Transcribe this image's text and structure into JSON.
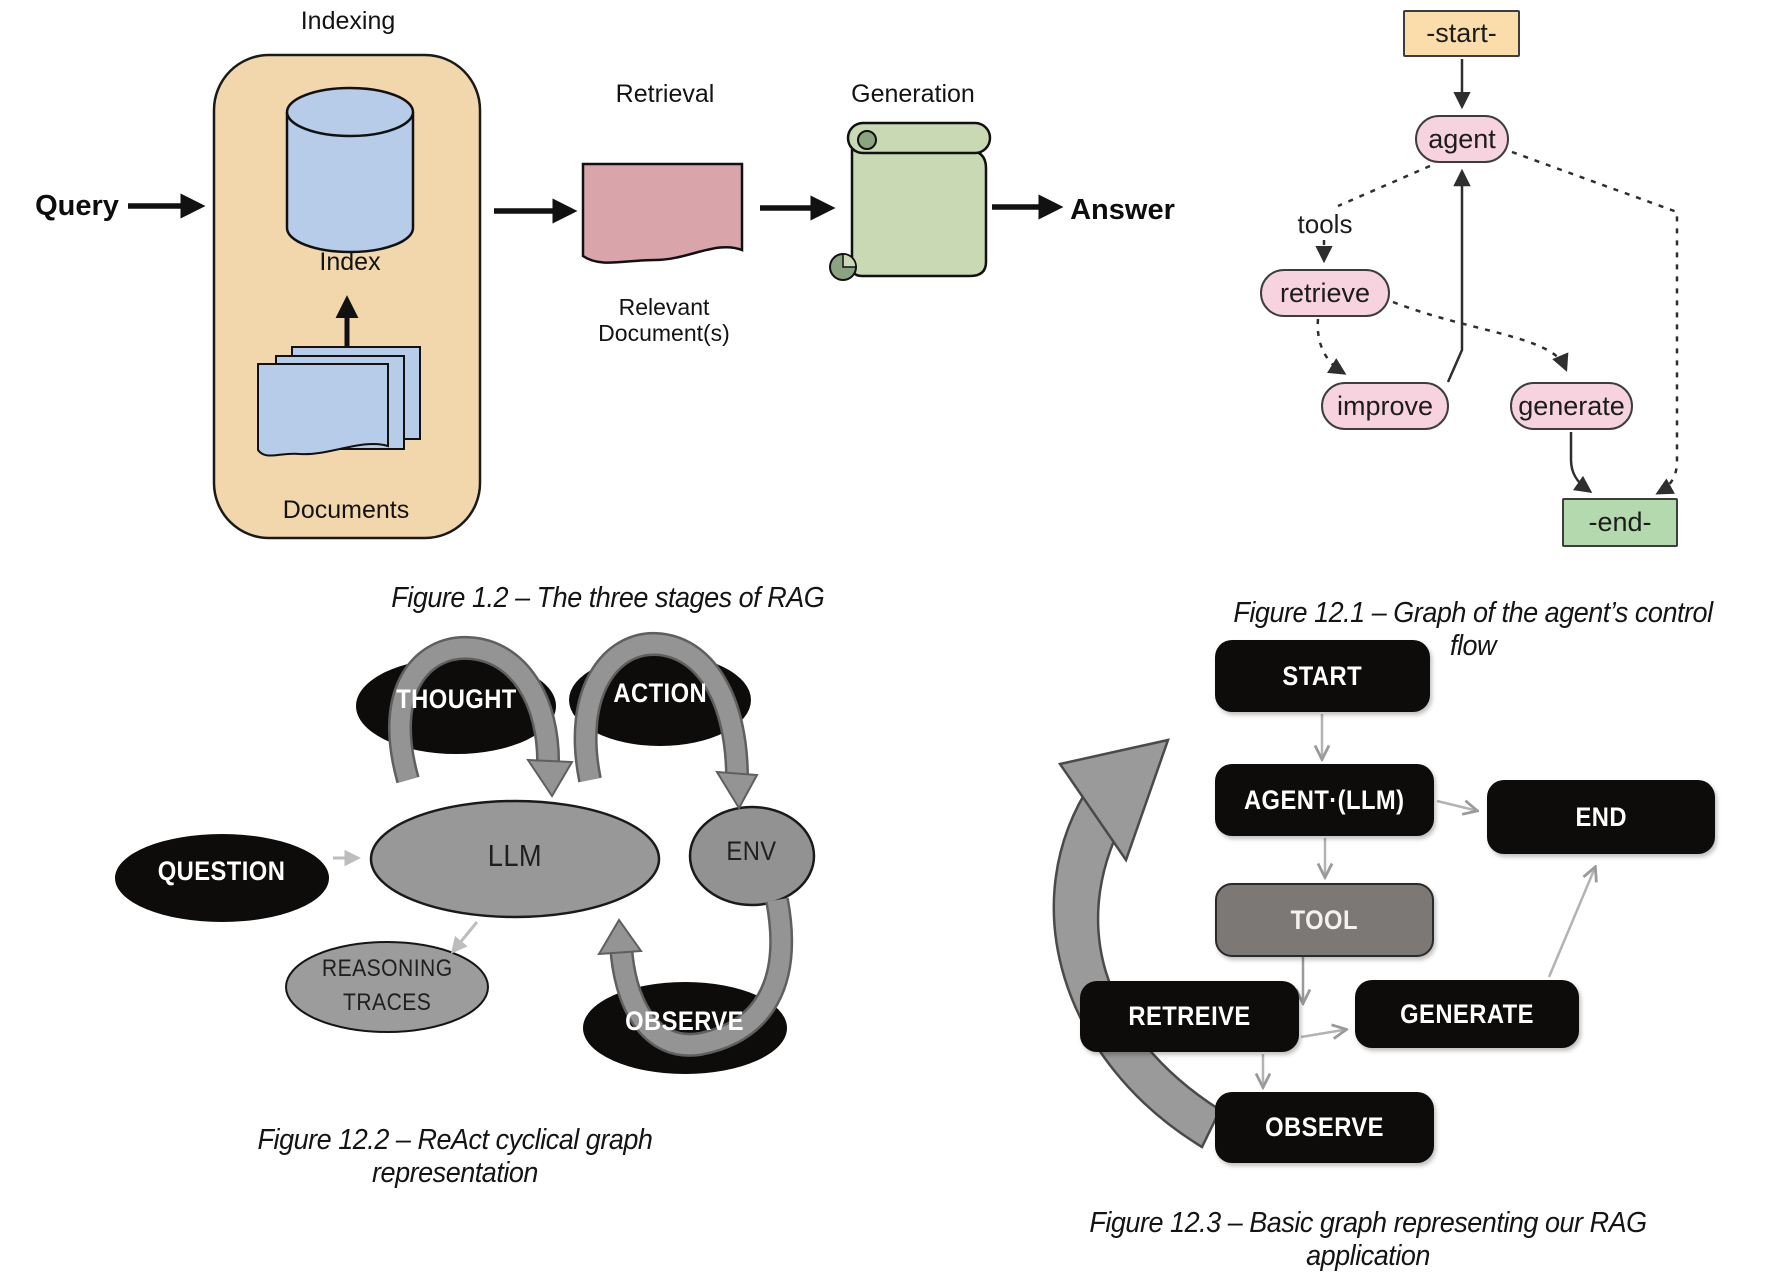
{
  "palette": {
    "peach": "#f2d7ad",
    "start_peach": "#fbdcab",
    "blue": "#b7cce8",
    "rose": "#d9a5ab",
    "green_scroll": "#c8d9b4",
    "green_scroll_dark": "#8ba37f",
    "pink_node": "#f7d3df",
    "end_green": "#b5d9ae",
    "black_node": "#0d0c0b",
    "gray_node": "#989898",
    "tool_gray": "#7b7875",
    "band_gray": "#949494",
    "ink": "#111111"
  },
  "fig_rag_stages": {
    "caption": "Figure 1.2 – The three stages of RAG",
    "indexing_label": "Indexing",
    "retrieval_label": "Retrieval",
    "generation_label": "Generation",
    "query_label": "Query",
    "answer_label": "Answer",
    "index_label": "Index",
    "documents_label": "Documents",
    "relevant_line1": "Relevant",
    "relevant_line2": "Document(s)"
  },
  "fig_control_flow": {
    "caption": "Figure 12.1 – Graph of the agent’s control flow",
    "start_label": "-start-",
    "agent_label": "agent",
    "tools_label": "tools",
    "retrieve_label": "retrieve",
    "improve_label": "improve",
    "generate_label": "generate",
    "end_label": "-end-"
  },
  "fig_react": {
    "caption": "Figure 12.2 – ReAct cyclical graph representation",
    "question_label": "QUESTION",
    "thought_label": "THOUGHT",
    "action_label": "ACTION",
    "llm_label": "LLM",
    "env_label": "ENV",
    "reasoning_line1": "REASONING",
    "reasoning_line2": "TRACES",
    "observe_label": "OBSERVE"
  },
  "fig_rag_graph": {
    "caption": "Figure 12.3 – Basic graph representing our RAG application",
    "start_label": "START",
    "agent_label": "AGENT·(LLM)",
    "end_label": "END",
    "tool_label": "TOOL",
    "retreive_label": "RETREIVE",
    "generate_label": "GENERATE",
    "observe_label": "OBSERVE"
  }
}
